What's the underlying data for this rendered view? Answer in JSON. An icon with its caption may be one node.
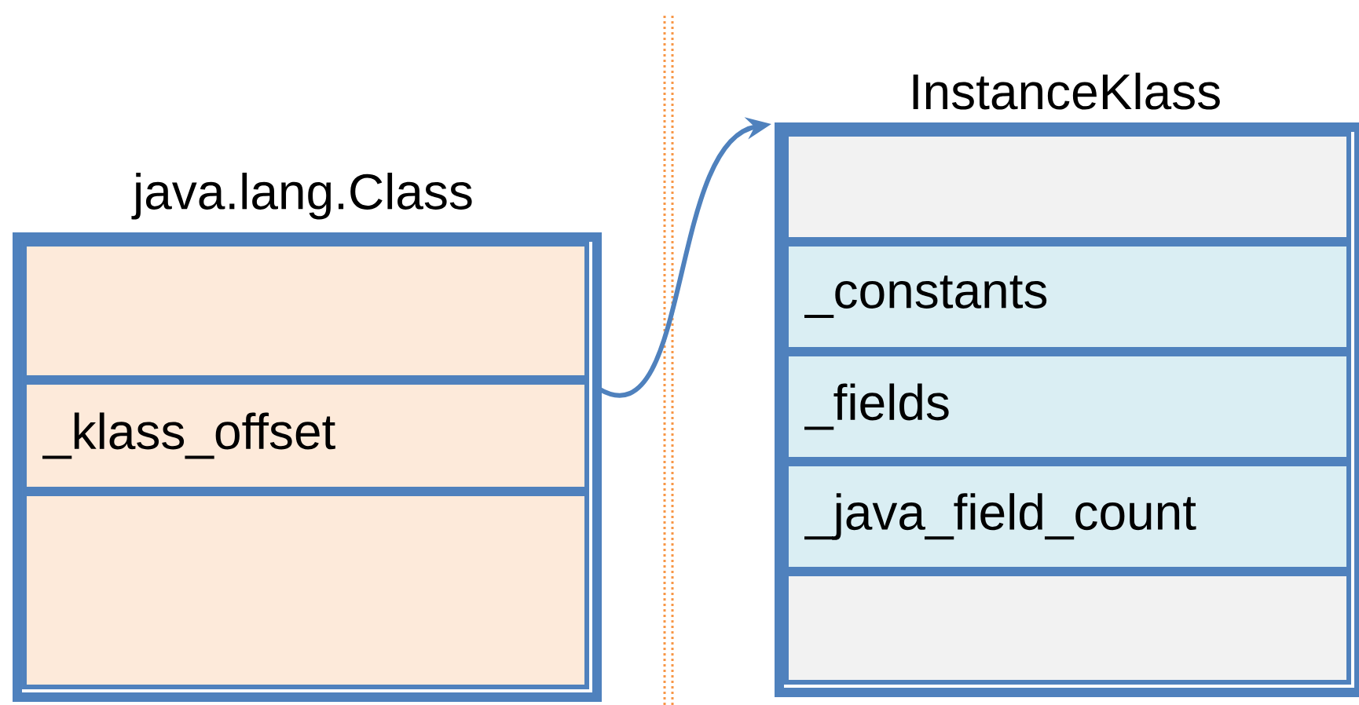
{
  "diagram": {
    "nodes": [
      {
        "text": [
          "java.lang.Class"
        ]
      },
      {
        "text": [],
        "shape": "box",
        "in": 0
      },
      {
        "text": [
          "_klass_offset"
        ],
        "in": 0
      },
      {
        "text": [],
        "shape": "box",
        "in": 0
      },
      {
        "text": [
          "InstanceKlass"
        ]
      },
      {
        "text": [],
        "shape": "box",
        "in": 4
      },
      {
        "text": [
          "_constants"
        ],
        "in": 4
      },
      {
        "text": [
          "_fields"
        ],
        "in": 4
      },
      {
        "text": [
          "_java_field_count"
        ],
        "in": 4
      },
      {
        "text": [],
        "shape": "box",
        "in": 4
      }
    ],
    "edges": [
      {
        "from": 2,
        "to": 4,
        "arrow": "to"
      }
    ]
  }
}
